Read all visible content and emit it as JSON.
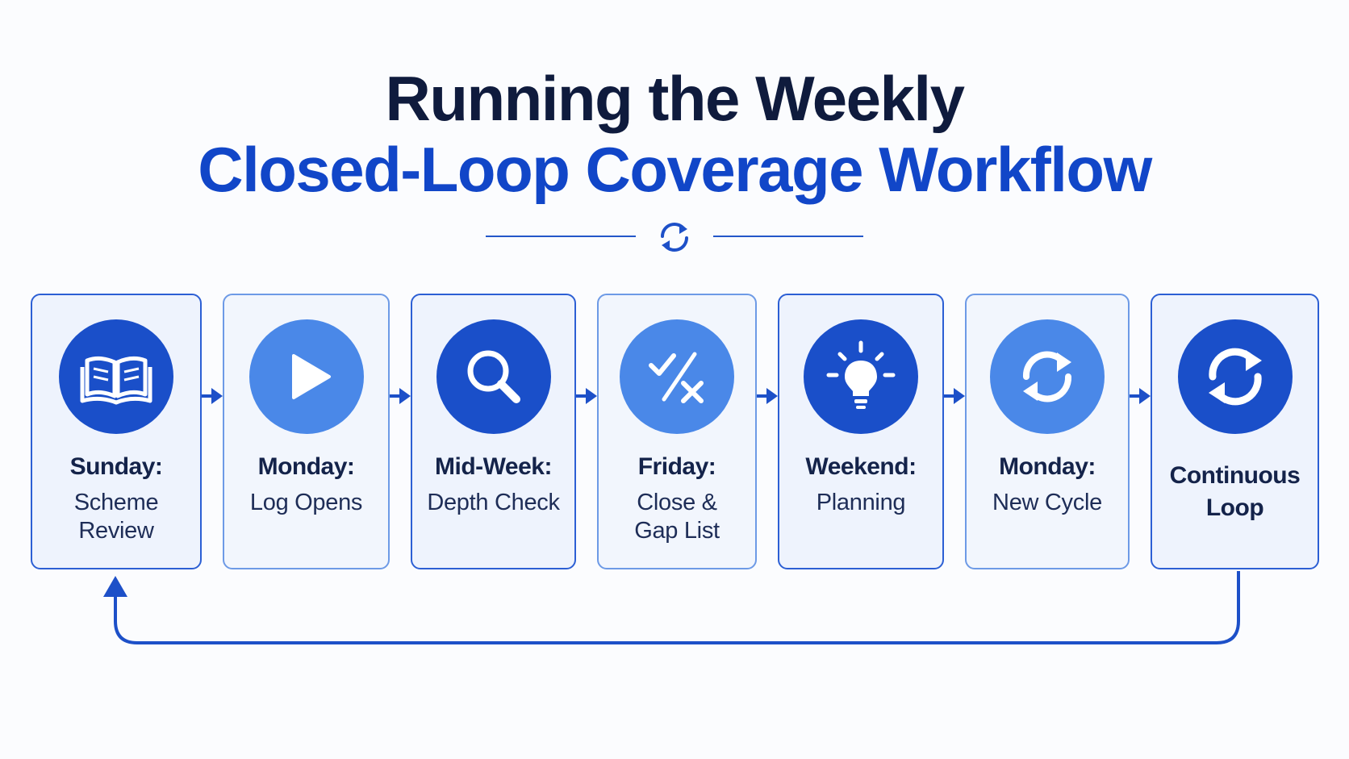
{
  "title": {
    "line1": "Running the Weekly",
    "line2": "Closed-Loop Coverage Workflow"
  },
  "colors": {
    "navy": "#0f1b3d",
    "accent": "#1146c8",
    "circle_dark": "#1a4fc9",
    "circle_light": "#4a88e8",
    "border": "#2c5fd4"
  },
  "steps": [
    {
      "head": "Sunday:",
      "body": "Scheme\nReview",
      "icon": "book-icon"
    },
    {
      "head": "Monday:",
      "body": "Log Opens",
      "icon": "play-icon"
    },
    {
      "head": "Mid-Week:",
      "body": "Depth Check",
      "icon": "magnifier-icon"
    },
    {
      "head": "Friday:",
      "body": "Close &\nGap List",
      "icon": "check-cross-icon"
    },
    {
      "head": "Weekend:",
      "body": "Planning",
      "icon": "lightbulb-icon"
    },
    {
      "head": "Monday:",
      "body": "New Cycle",
      "icon": "refresh-icon"
    },
    {
      "head": "Continuous\nLoop",
      "body": "",
      "icon": "refresh-icon"
    }
  ]
}
